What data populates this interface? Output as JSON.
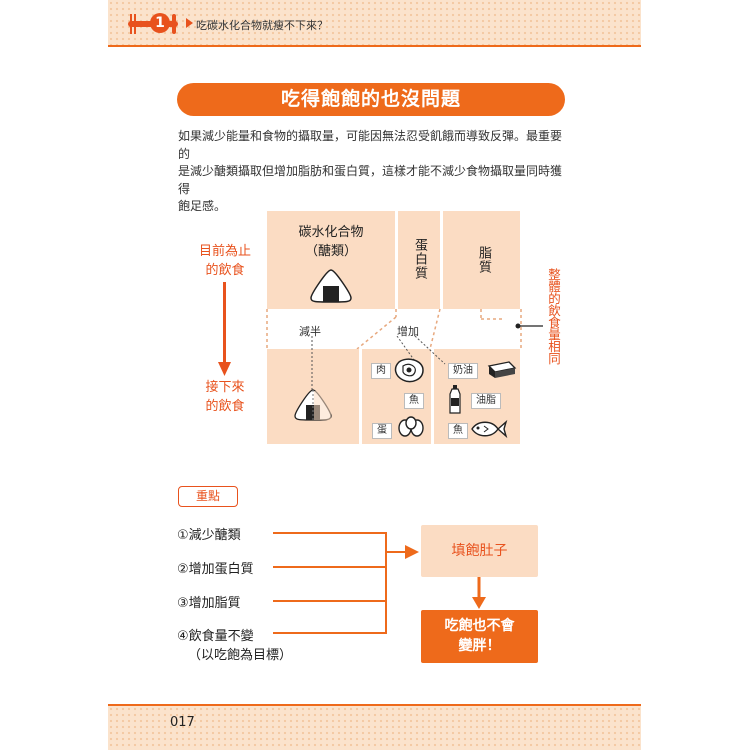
{
  "header": {
    "chapter_num": "1",
    "title": "吃碳水化合物就瘦不下來？"
  },
  "main_title": "吃得飽飽的也沒問題",
  "intro_lines": [
    "如果減少能量和食物的攝取量，可能因無法忍受飢餓而導致反彈。最重要的",
    "是減少醣類攝取但增加脂肪和蛋白質，這樣才能不減少食物攝取量同時獲得",
    "飽足感。"
  ],
  "diagram": {
    "carb_title": "碳水化合物",
    "carb_sub": "（醣類）",
    "protein": "蛋白質",
    "fat": "脂質",
    "current_label": "目前為止\n的飲食",
    "next_label": "接下來\n的飲食",
    "total_label": "整體的飲食量相同",
    "half_label": "減半",
    "increase_label": "增加",
    "tags": {
      "meat": "肉",
      "fish1": "魚",
      "egg": "蛋",
      "cream": "奶油",
      "oil": "油脂",
      "fish2": "魚"
    }
  },
  "key": {
    "badge": "重點",
    "points": [
      "①減少醣類",
      "②增加蛋白質",
      "③增加脂質",
      "④飲食量不變",
      "（以吃飽為目標）"
    ],
    "fill_box": "填飽肚子",
    "result_line1": "吃飽也不會",
    "result_line2": "變胖！"
  },
  "page_number": "017",
  "colors": {
    "accent": "#ee6a1b",
    "panel": "#fbdcc3",
    "band": "#fbe3cc"
  }
}
